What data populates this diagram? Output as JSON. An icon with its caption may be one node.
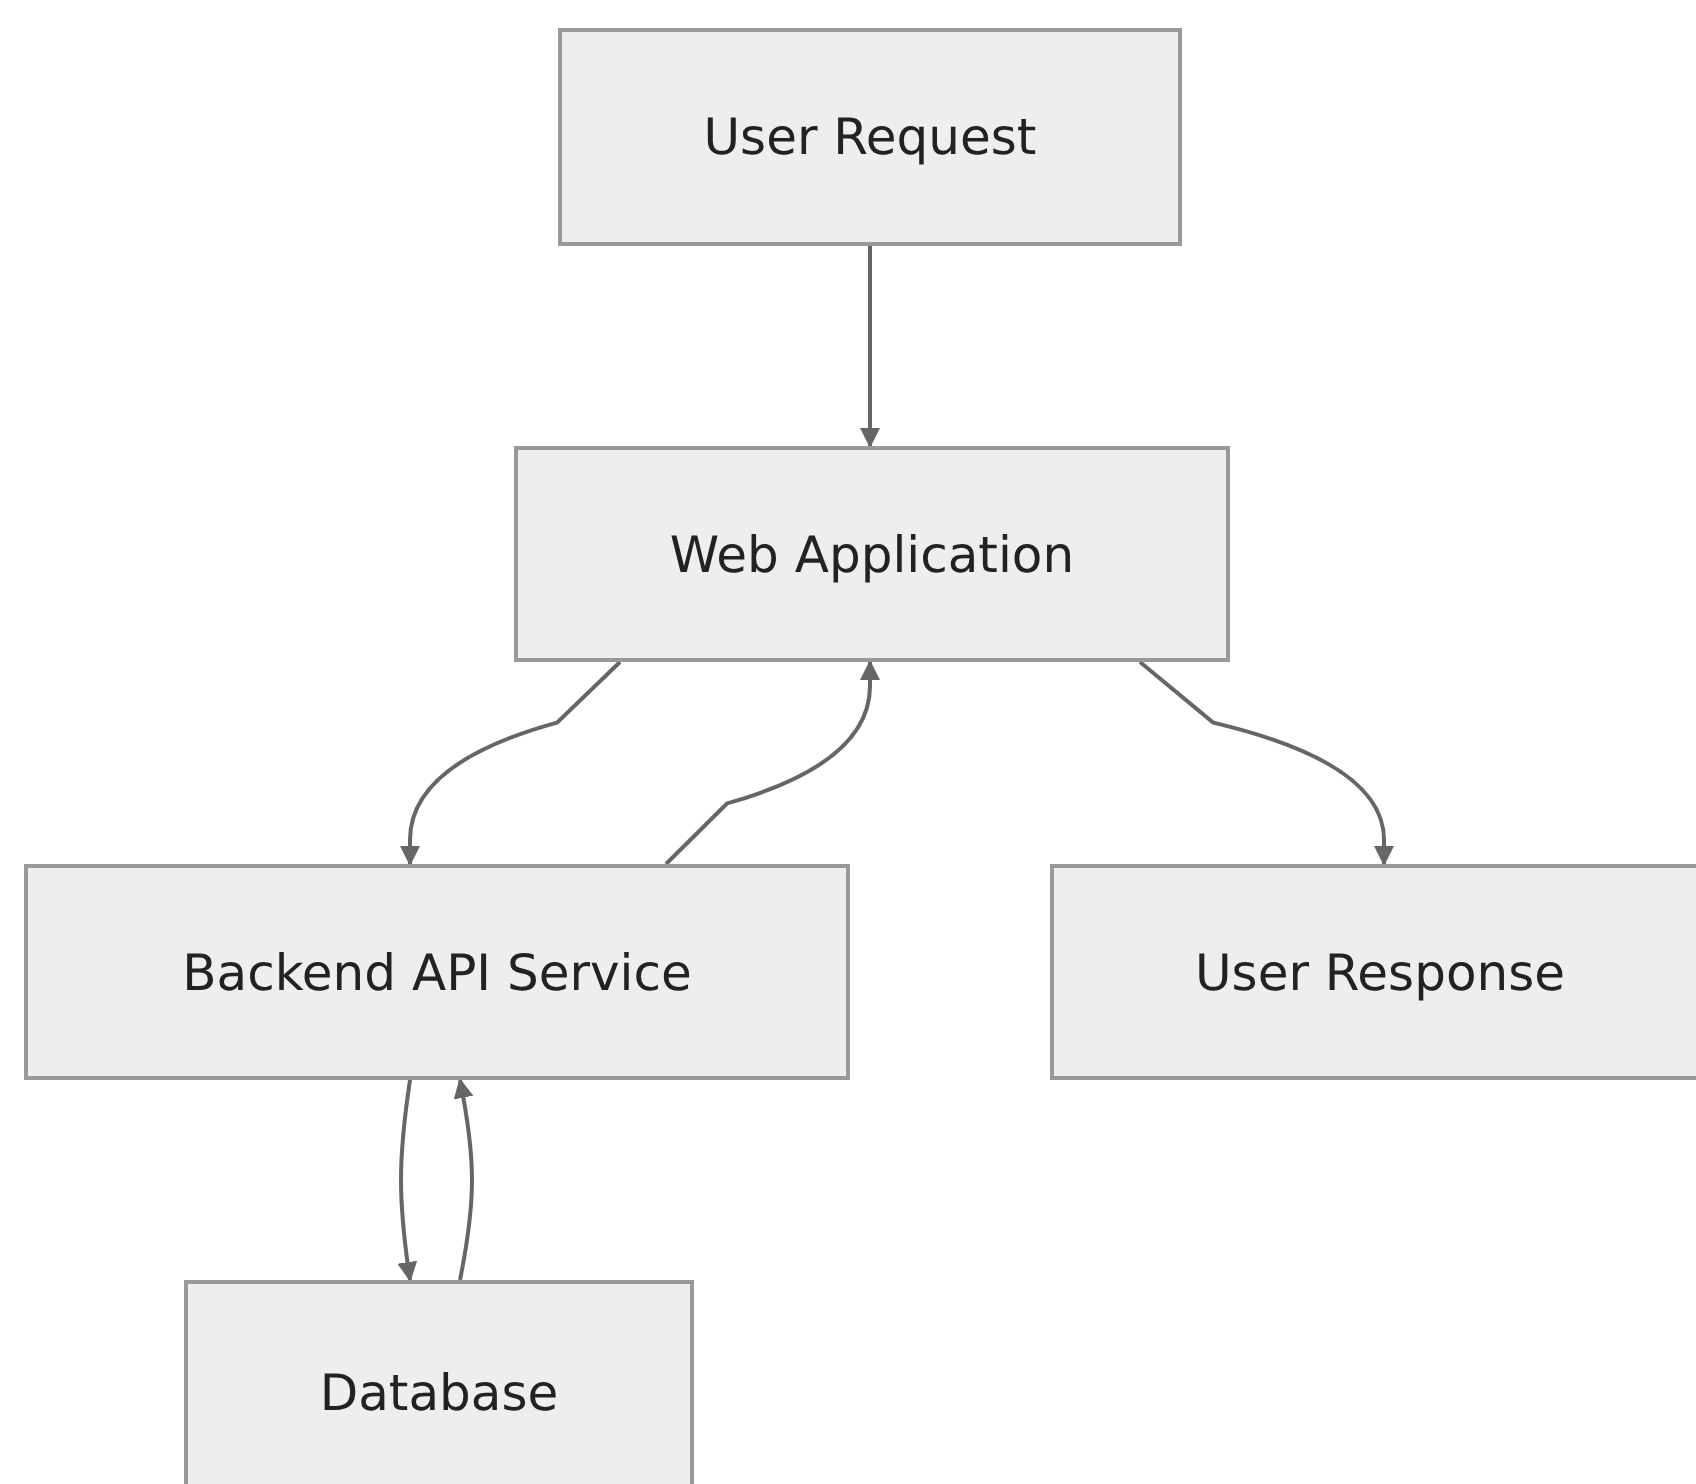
{
  "diagram": {
    "nodes": [
      {
        "text": [
          "User Request"
        ]
      },
      {
        "text": [
          "Web Application"
        ]
      },
      {
        "text": [
          "Backend API Service"
        ]
      },
      {
        "text": [
          "User Response"
        ]
      },
      {
        "text": [
          "Database"
        ]
      }
    ],
    "edges": [
      {
        "from": 0,
        "to": 1,
        "arrow": "to"
      },
      {
        "from": 1,
        "to": 2,
        "arrow": "to"
      },
      {
        "from": 2,
        "to": 1,
        "arrow": "to"
      },
      {
        "from": 1,
        "to": 3,
        "arrow": "to"
      },
      {
        "from": 2,
        "to": 4,
        "arrow": "to"
      },
      {
        "from": 4,
        "to": 2,
        "arrow": "to"
      }
    ]
  }
}
